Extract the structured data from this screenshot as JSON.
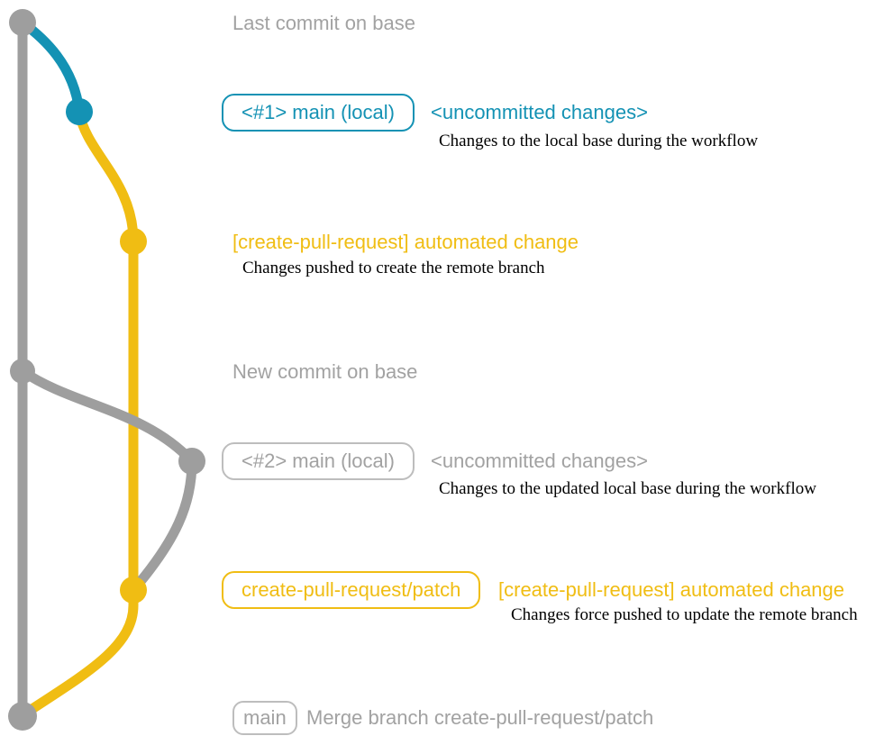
{
  "colors": {
    "blue": "#1492b4",
    "yellow": "#f0bd13",
    "gray": "#9e9e9e",
    "gray_text": "#a2a2a2",
    "gray_border": "#bdbdbd",
    "text_black": "#000000",
    "background": "#ffffff"
  },
  "annotations": {
    "last_commit": {
      "text": "Last commit on base"
    },
    "uncommitted_1": {
      "badge": "<#1> main (local)",
      "title": "<uncommitted changes>",
      "desc": "Changes to the local base during the workflow"
    },
    "automated_1": {
      "title": "[create-pull-request] automated change",
      "desc": "Changes pushed to create the remote branch"
    },
    "new_commit": {
      "text": "New commit on base"
    },
    "uncommitted_2": {
      "badge": "<#2> main (local)",
      "title": "<uncommitted changes>",
      "desc": "Changes to the updated local base during the workflow"
    },
    "automated_2": {
      "badge": "create-pull-request/patch",
      "title": "[create-pull-request] automated change",
      "desc": "Changes force pushed to update the remote branch"
    },
    "merge": {
      "badge": "main",
      "title": "Merge branch create-pull-request/patch"
    }
  }
}
